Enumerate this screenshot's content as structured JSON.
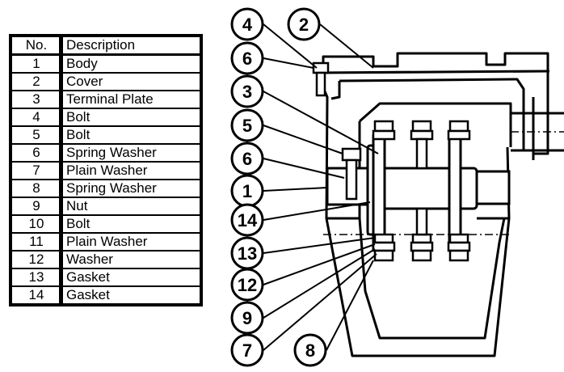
{
  "table": {
    "header_no": "No.",
    "header_description": "Description",
    "rows": [
      {
        "no": "1",
        "description": "Body"
      },
      {
        "no": "2",
        "description": "Cover"
      },
      {
        "no": "3",
        "description": "Terminal Plate"
      },
      {
        "no": "4",
        "description": "Bolt"
      },
      {
        "no": "5",
        "description": "Bolt"
      },
      {
        "no": "6",
        "description": "Spring Washer"
      },
      {
        "no": "7",
        "description": "Plain Washer"
      },
      {
        "no": "8",
        "description": "Spring Washer"
      },
      {
        "no": "9",
        "description": "Nut"
      },
      {
        "no": "10",
        "description": "Bolt"
      },
      {
        "no": "11",
        "description": "Plain Washer"
      },
      {
        "no": "12",
        "description": "Washer"
      },
      {
        "no": "13",
        "description": "Gasket"
      },
      {
        "no": "14",
        "description": "Gasket"
      }
    ]
  },
  "callouts": [
    "4",
    "2",
    "6",
    "3",
    "5",
    "6",
    "1",
    "14",
    "13",
    "12",
    "9",
    "7",
    "8"
  ]
}
